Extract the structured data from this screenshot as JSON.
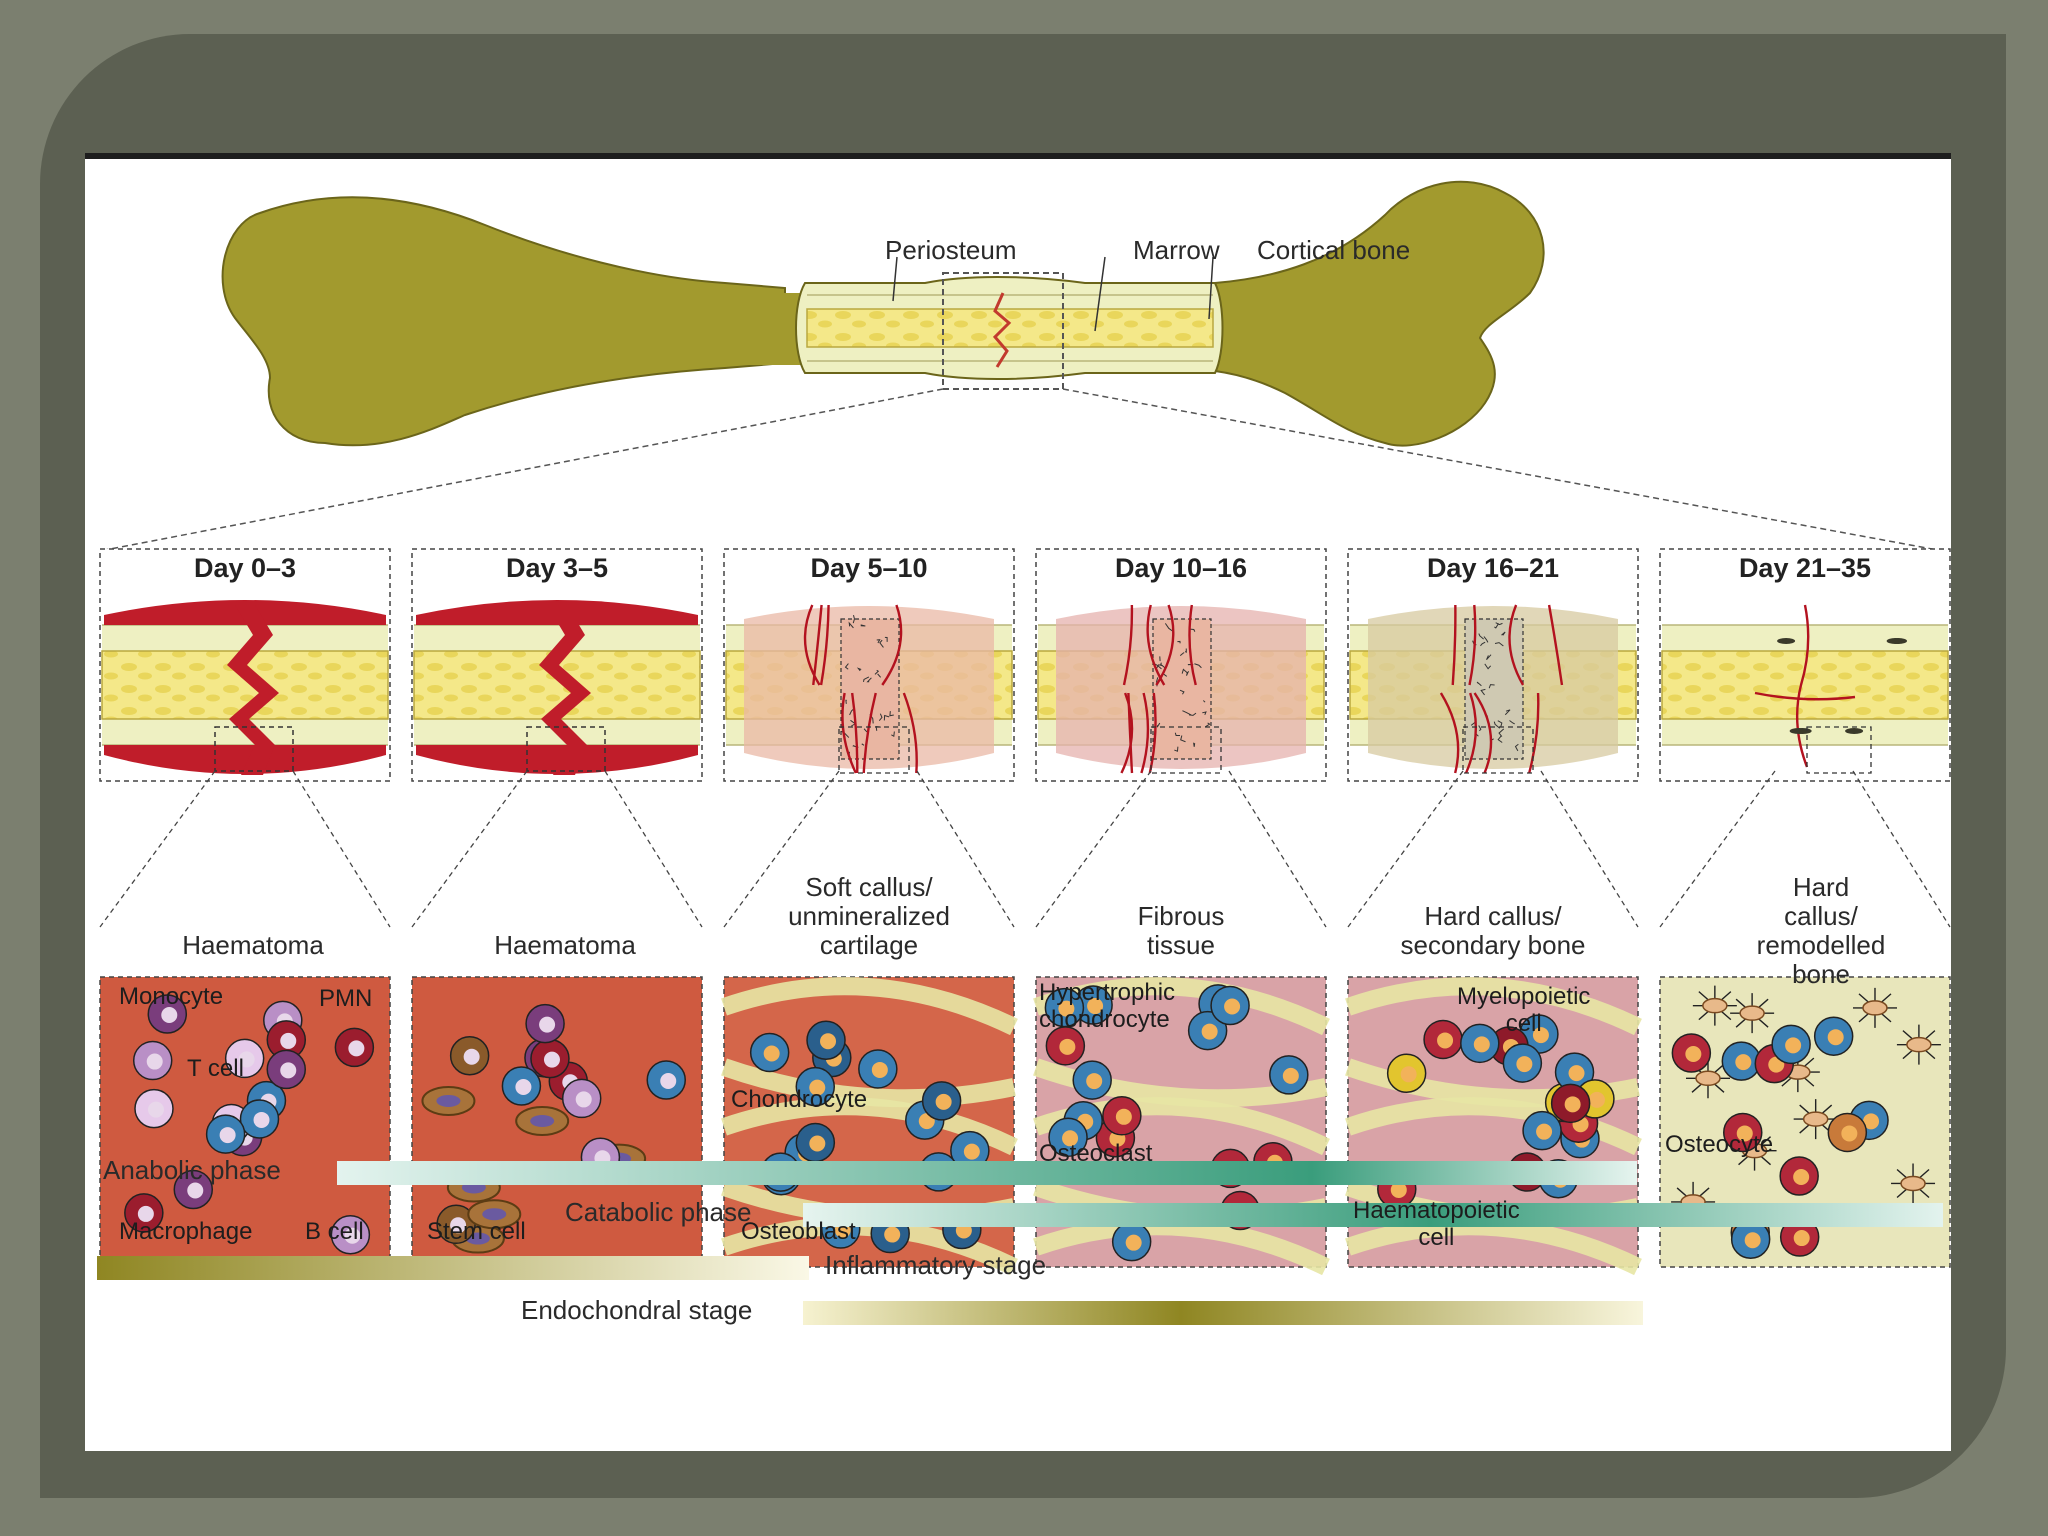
{
  "labels": {
    "periosteum": "Periosteum",
    "marrow": "Marrow",
    "cortical_bone": "Cortical bone"
  },
  "stages": [
    {
      "day": "Day 0–3",
      "tissue": "Haematoma"
    },
    {
      "day": "Day 3–5",
      "tissue": "Haematoma"
    },
    {
      "day": "Day 5–10",
      "tissue": "Soft callus/\nunmineralized\ncartilage"
    },
    {
      "day": "Day 10–16",
      "tissue": "Fibrous\ntissue"
    },
    {
      "day": "Day 16–21",
      "tissue": "Hard callus/\nsecondary bone"
    },
    {
      "day": "Day 21–35",
      "tissue": "Hard callus/\nremodelled\nbone"
    }
  ],
  "cell_labels": {
    "monocyte": "Monocyte",
    "pmn": "PMN",
    "t_cell": "T cell",
    "macrophage": "Macrophage",
    "b_cell": "B cell",
    "stem_cell": "Stem cell",
    "chondrocyte": "Chondrocyte",
    "osteoblast": "Osteoblast",
    "hypertrophic_chondrocyte": "Hypertrophic\nchondrocyte",
    "osteoclast": "Osteoclast",
    "myelopoietic_cell": "Myelopoietic\ncell",
    "haematopoietic_cell": "Haematopoietic\ncell",
    "osteocyte": "Osteocyte"
  },
  "phases": {
    "anabolic": "Anabolic phase",
    "catabolic": "Catabolic phase",
    "inflammatory": "Inflammatory stage",
    "endochondral": "Endochondral stage"
  },
  "colors": {
    "bone": "#a29a2e",
    "marrow": "#f4e889",
    "haematoma": "#c01d2a",
    "vessel": "#b3121f",
    "panel_red": "#cf5a40",
    "panel_cartilage": "#e7e6a4",
    "phase_teal": "#3a9d7c",
    "phase_olive": "#8f8622"
  }
}
